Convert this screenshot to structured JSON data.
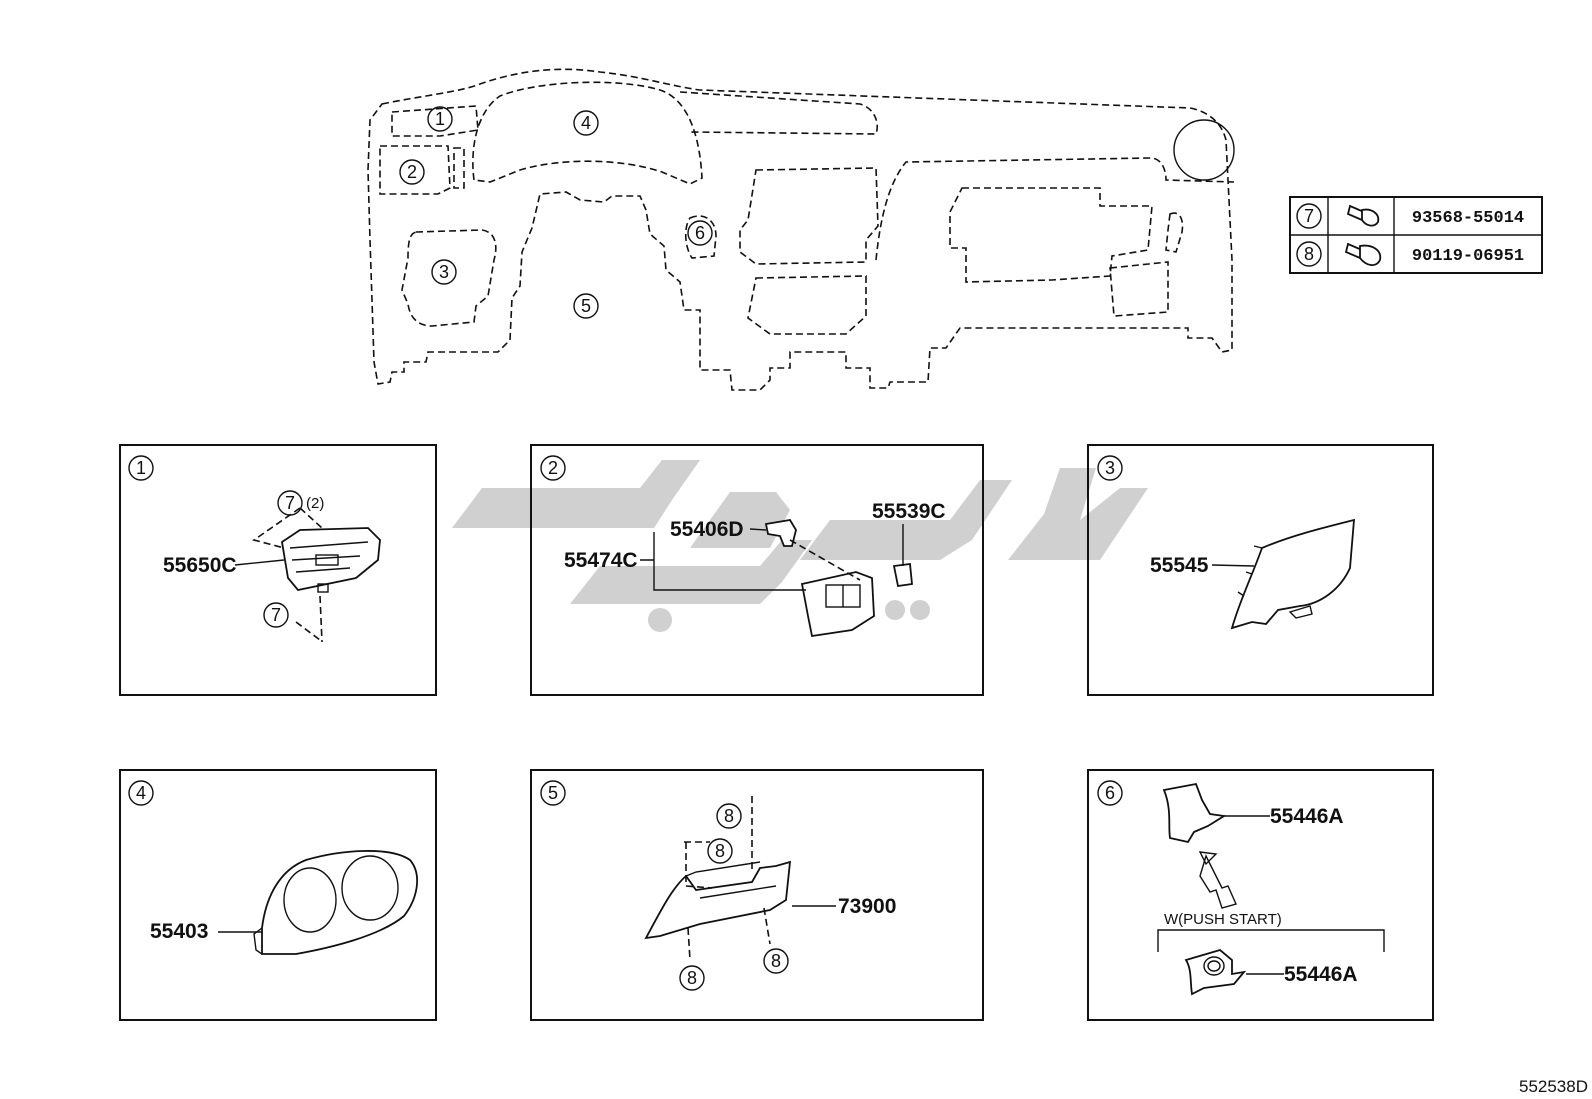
{
  "overview": {
    "zones": [
      "1",
      "2",
      "3",
      "4",
      "5",
      "6"
    ]
  },
  "fastener_table": {
    "rows": [
      {
        "ref": "7",
        "part_no": "93568-55014"
      },
      {
        "ref": "8",
        "part_no": "90119-06951"
      }
    ]
  },
  "panels": [
    {
      "num": "1",
      "parts": [
        "55650C"
      ],
      "refs": [
        "7",
        "7"
      ],
      "qty_note": "(2)"
    },
    {
      "num": "2",
      "parts": [
        "55406D",
        "55539C",
        "55474C"
      ]
    },
    {
      "num": "3",
      "parts": [
        "55545"
      ]
    },
    {
      "num": "4",
      "parts": [
        "55403"
      ]
    },
    {
      "num": "5",
      "parts": [
        "73900"
      ],
      "refs": [
        "8",
        "8",
        "8",
        "8"
      ]
    },
    {
      "num": "6",
      "parts": [
        "55446A",
        "55446A"
      ],
      "variant": "W(PUSH START)"
    }
  ],
  "drawing_id": "552538D",
  "watermark_color": "#c8c8c8"
}
